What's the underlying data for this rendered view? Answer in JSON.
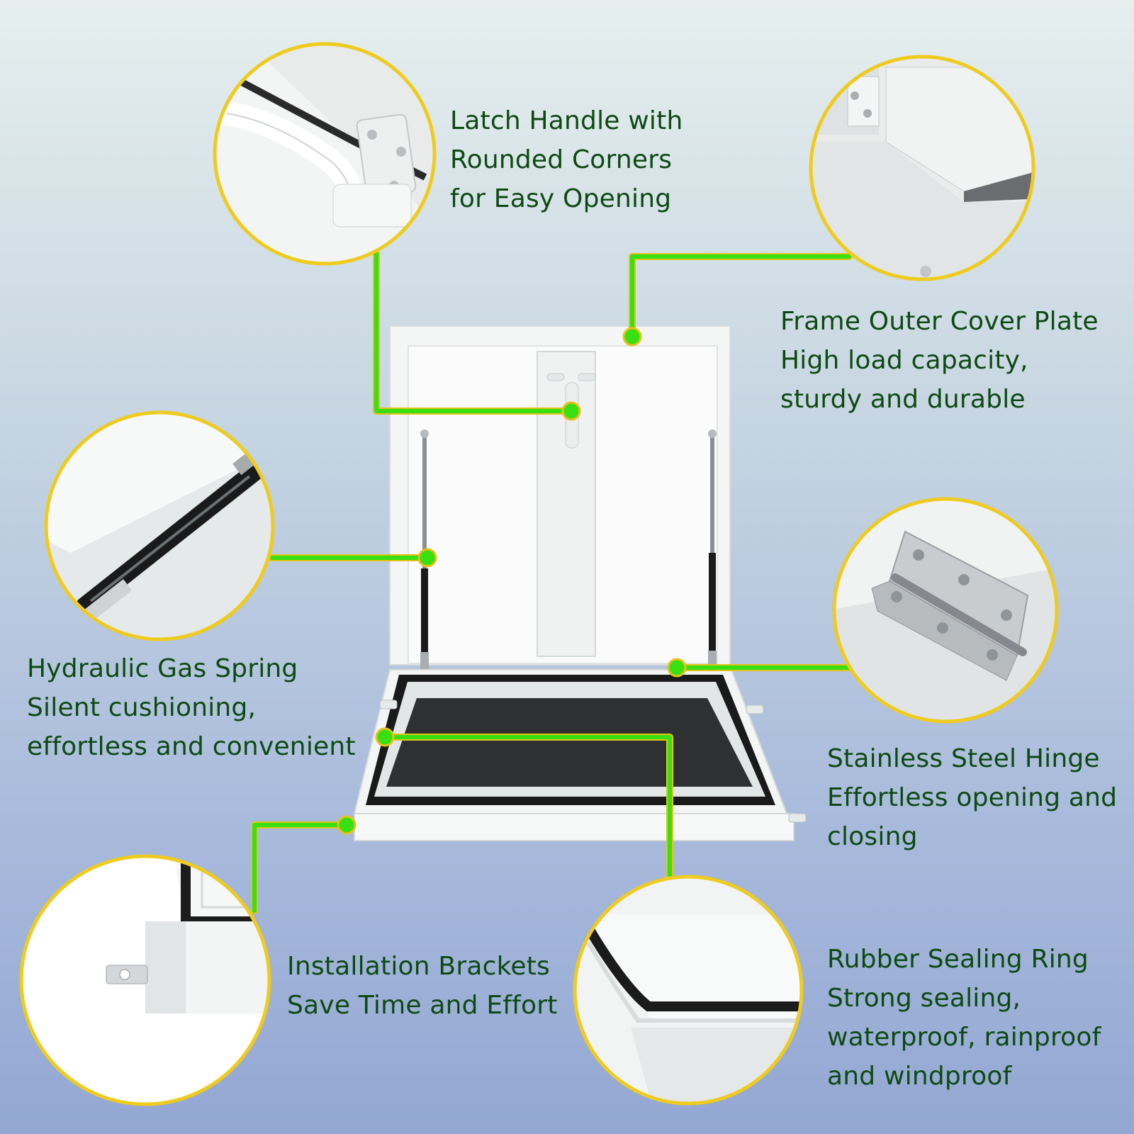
{
  "colors": {
    "text": "#0d4a12",
    "connector": "#38e012",
    "connector_outline": "#e4c21a",
    "circle_border": "#eecb1e"
  },
  "callouts": {
    "latch_handle": [
      "Latch Handle with",
      "Rounded Corners",
      "for Easy Opening"
    ],
    "frame_cover": [
      "Frame Outer Cover Plate",
      "High load capacity,",
      "sturdy and durable"
    ],
    "gas_spring": [
      "Hydraulic Gas Spring",
      "Silent cushioning,",
      "effortless and convenient"
    ],
    "hinge": [
      "Stainless Steel Hinge",
      "Effortless opening and",
      "closing"
    ],
    "brackets": [
      "Installation Brackets",
      "Save Time and Effort"
    ],
    "sealing_ring": [
      "Rubber Sealing Ring",
      "Strong sealing,",
      "waterproof, rainproof",
      "and windproof"
    ]
  }
}
